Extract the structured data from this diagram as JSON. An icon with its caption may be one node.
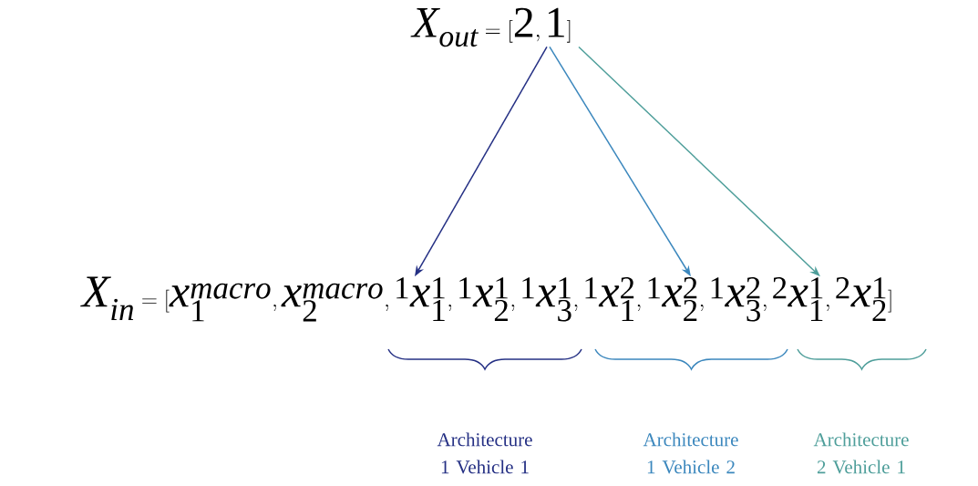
{
  "diagram": {
    "nodes": [
      {
        "text": [
          "X_{out} = [2,1]"
        ]
      },
      {
        "text": [
          "X_{in} = [x_1^{macro}, x_2^{macro}, {}^1x_1^1, {}^1x_2^1, {}^1x_3^1, {}^1x_1^2, {}^1x_2^2, {}^1x_3^2, {}^2x_1^1, {}^2x_2^1]"
        ]
      }
    ],
    "edges": [
      {
        "from": 0,
        "to": 1,
        "arrow": "to",
        "color": "#253084"
      },
      {
        "from": 0,
        "to": 1,
        "arrow": "to",
        "color": "#3b87bd"
      },
      {
        "from": 0,
        "to": 1,
        "arrow": "to",
        "color": "#4e9e9a"
      }
    ],
    "labels": [
      "Architecture 1 Vehicle 1",
      "Architecture 1 Vehicle 2",
      "Architecture 2 Vehicle 1"
    ]
  }
}
